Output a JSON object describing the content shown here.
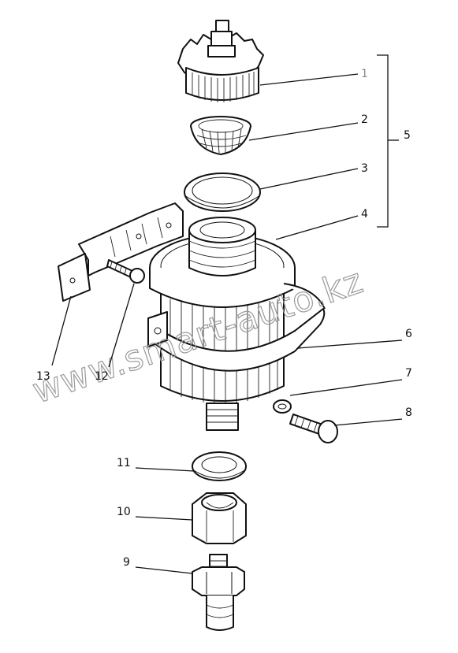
{
  "watermark": "www.smart-auto.kz",
  "labels": [
    {
      "id": "1",
      "text": "1"
    },
    {
      "id": "2",
      "text": "2"
    },
    {
      "id": "3",
      "text": "3"
    },
    {
      "id": "4",
      "text": "4"
    },
    {
      "id": "5",
      "text": "5"
    },
    {
      "id": "6",
      "text": "6"
    },
    {
      "id": "7",
      "text": "7"
    },
    {
      "id": "8",
      "text": "8"
    },
    {
      "id": "9",
      "text": "9"
    },
    {
      "id": "10",
      "text": "10"
    },
    {
      "id": "11",
      "text": "11"
    },
    {
      "id": "12",
      "text": "12"
    },
    {
      "id": "13",
      "text": "13"
    }
  ]
}
